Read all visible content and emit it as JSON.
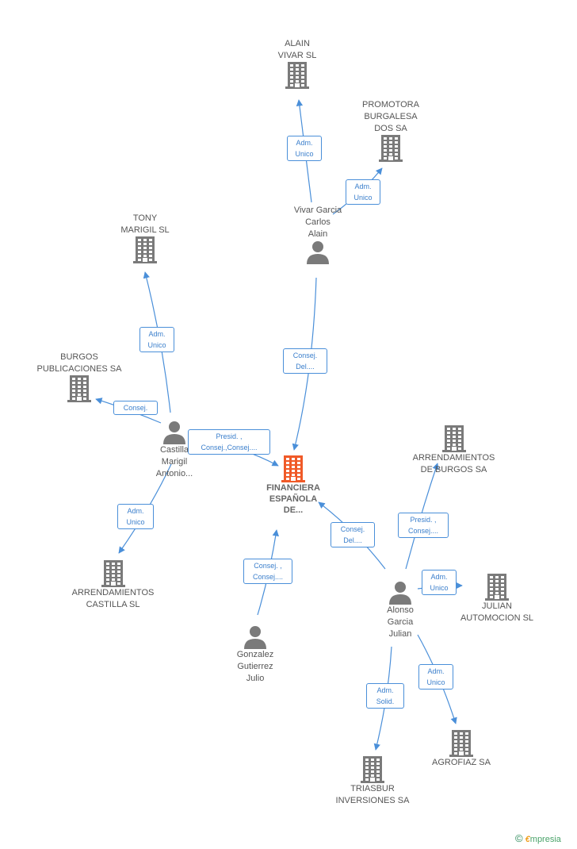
{
  "colors": {
    "edge": "#4a8fd9",
    "node": "#7a7a7a",
    "main": "#f05a28"
  },
  "nodes": {
    "alain": {
      "label": "ALAIN\nVIVAR SL",
      "kind": "company"
    },
    "promotora": {
      "label": "PROMOTORA\nBURGALESA\nDOS SA",
      "kind": "company"
    },
    "vivar": {
      "label": "Vivar Garcia\nCarlos\nAlain",
      "kind": "person"
    },
    "tony": {
      "label": "TONY\nMARIGIL SL",
      "kind": "company"
    },
    "burgos": {
      "label": "BURGOS\nPUBLICACIONES SA",
      "kind": "company"
    },
    "castilla": {
      "label": "Castilla\nMarigil\nAntonio...",
      "kind": "person"
    },
    "financiera": {
      "label": "FINANCIERA\nESPAÑOLA\nDE...",
      "kind": "company-main"
    },
    "arrBurgos": {
      "label": "ARRENDAMIENTOS\nDE BURGOS SA",
      "kind": "company"
    },
    "arrCastilla": {
      "label": "ARRENDAMIENTOS\nCASTILLA SL",
      "kind": "company"
    },
    "alonso": {
      "label": "Alonso\nGarcia\nJulian",
      "kind": "person"
    },
    "julian": {
      "label": "JULIAN\nAUTOMOCION SL",
      "kind": "company"
    },
    "gonzalez": {
      "label": "Gonzalez\nGutierrez\nJulio",
      "kind": "person"
    },
    "agrofiaz": {
      "label": "AGROFIAZ SA",
      "kind": "company"
    },
    "triasbur": {
      "label": "TRIASBUR\nINVERSIONES SA",
      "kind": "company"
    }
  },
  "relations": {
    "vivar_alain": "Adm.\nUnico",
    "vivar_promotora": "Adm.\nUnico",
    "vivar_financiera": "Consej.\nDel....",
    "castilla_tony": "Adm.\nUnico",
    "castilla_burgos": "Consej.",
    "castilla_financiera": "Presid. ,\nConsej.,Consej....",
    "castilla_arrCastilla": "Adm.\nUnico",
    "gonzalez_financiera": "Consej. ,\nConsej....",
    "alonso_financiera": "Consej.\nDel....",
    "alonso_arrBurgos": "Presid. ,\nConsej....",
    "alonso_julian": "Adm.\nUnico",
    "alonso_agrofiaz": "Adm.\nUnico",
    "alonso_triasbur": "Adm.\nSolid."
  },
  "footer": {
    "copyright": "©",
    "brand_initial": "€",
    "brand_rest": "mpresia"
  }
}
